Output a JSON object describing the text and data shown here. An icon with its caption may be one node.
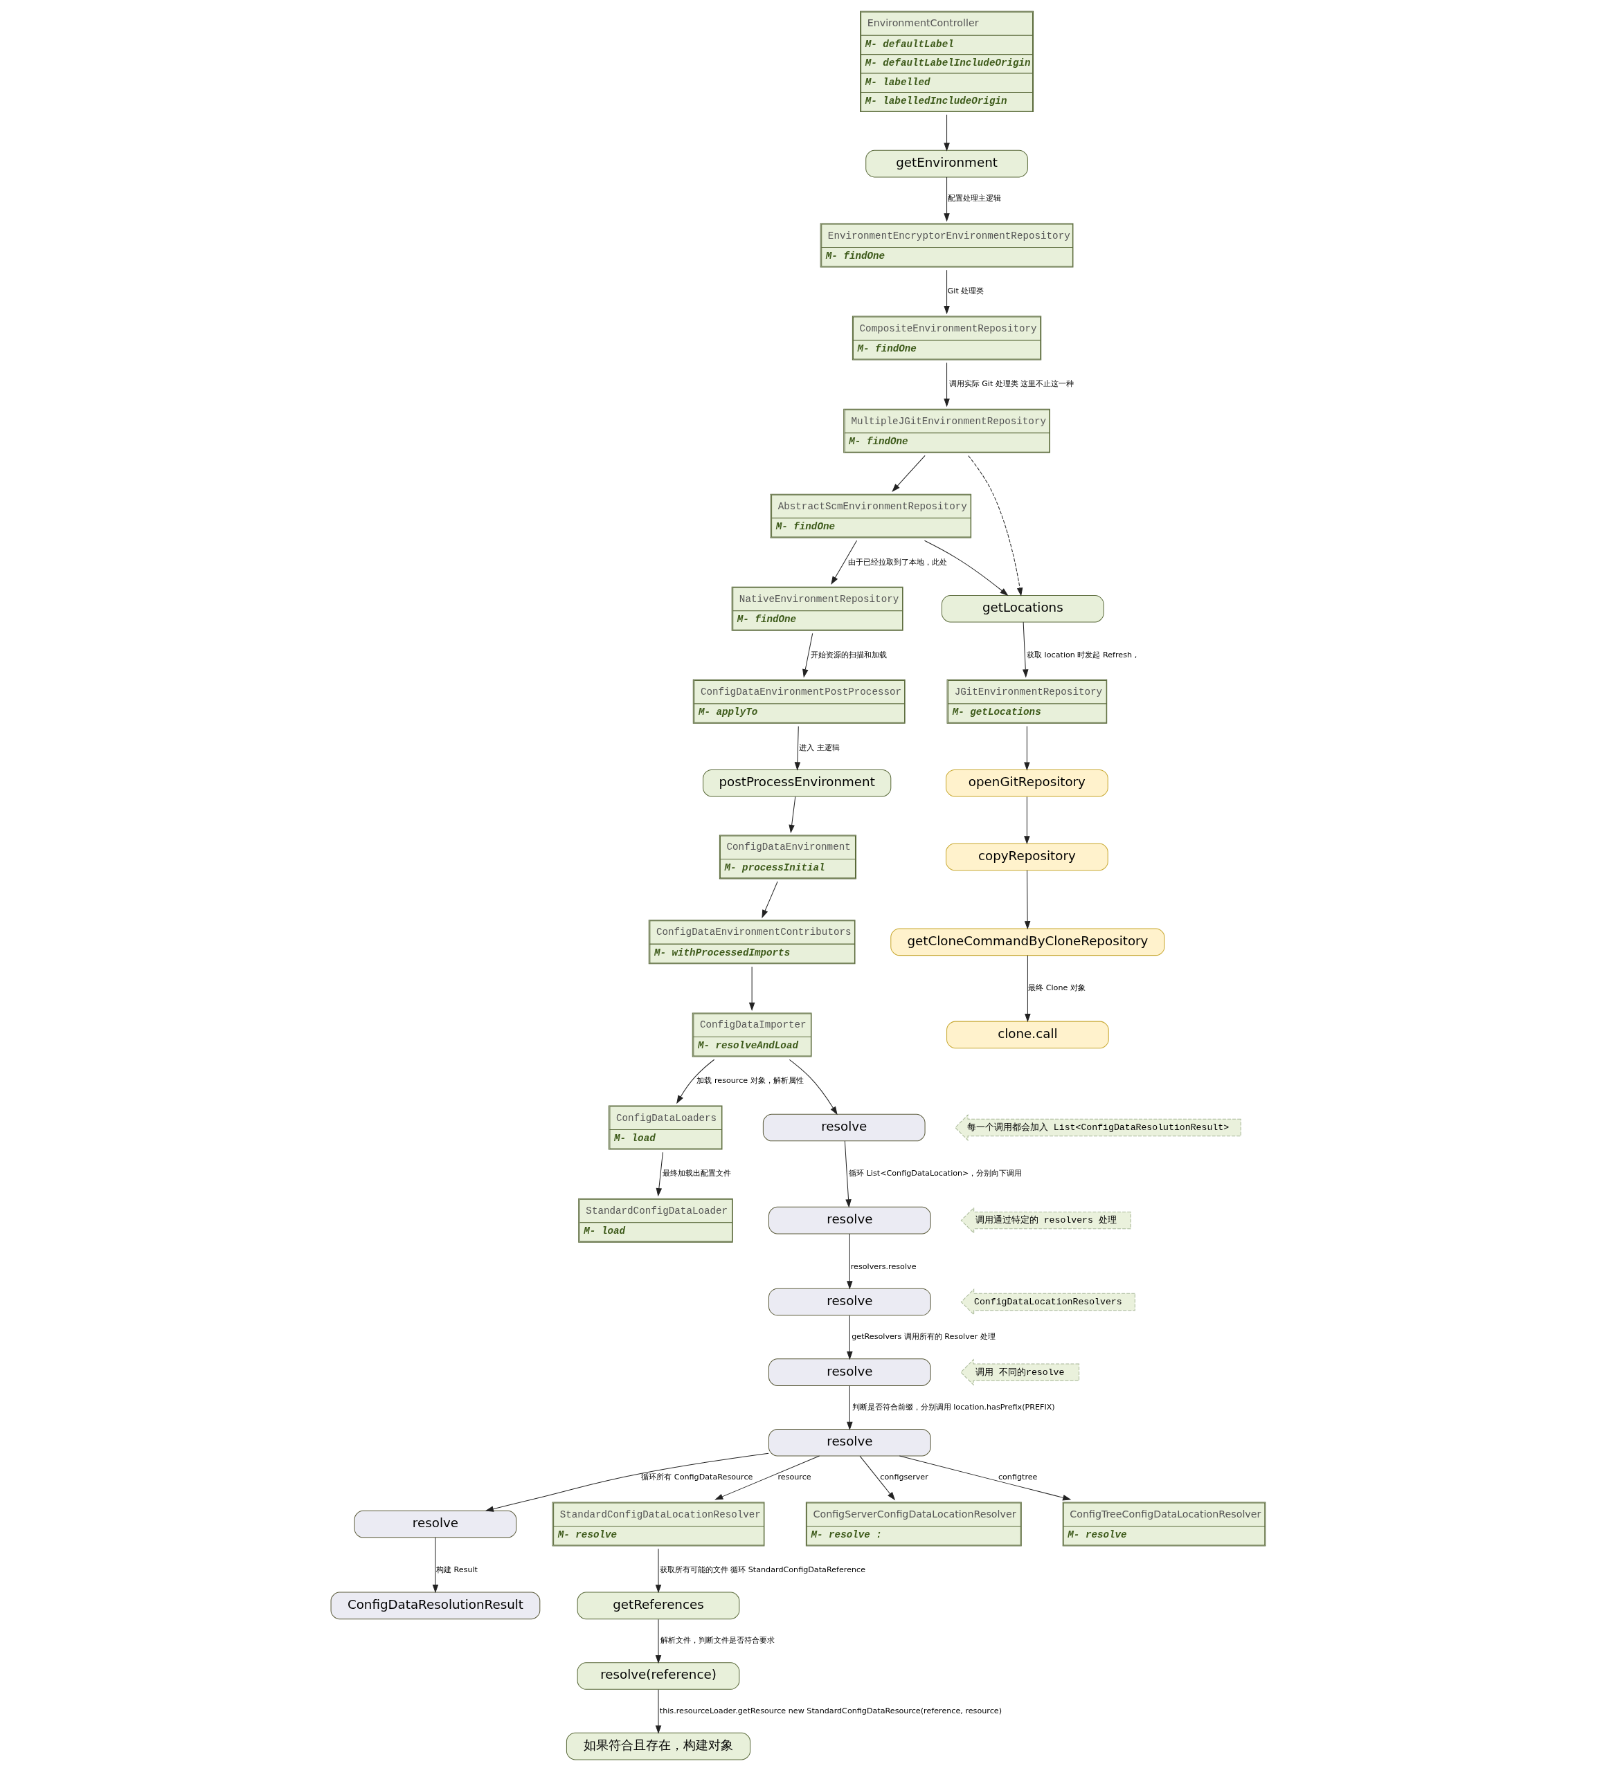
{
  "diagram": {
    "nodes": [
      {
        "text": [
          "EnvironmentController",
          "M- defaultLabel",
          "M- defaultLabelIncludeOrigin",
          "M- labelled",
          "M- labelledIncludeOrigin"
        ]
      },
      {
        "text": [
          "getEnvironment"
        ]
      },
      {
        "text": [
          "EnvironmentEncryptorEnvironmentRepository",
          "M- findOne"
        ]
      },
      {
        "text": [
          "CompositeEnvironmentRepository",
          "M- findOne"
        ]
      },
      {
        "text": [
          "MultipleJGitEnvironmentRepository",
          "M- findOne"
        ]
      },
      {
        "text": [
          "AbstractScmEnvironmentRepository",
          "M- findOne"
        ]
      },
      {
        "text": [
          "NativeEnvironmentRepository",
          "M- findOne"
        ]
      },
      {
        "text": [
          "ConfigDataEnvironmentPostProcessor",
          "M- applyTo"
        ]
      },
      {
        "text": [
          "postProcessEnvironment"
        ]
      },
      {
        "text": [
          "ConfigDataEnvironment",
          "M- processInitial"
        ]
      },
      {
        "text": [
          "ConfigDataEnvironmentContributors",
          "M- withProcessedImports"
        ]
      },
      {
        "text": [
          "clone.call"
        ]
      },
      {
        "text": [
          "getCloneCommandByCloneRepository"
        ]
      },
      {
        "text": [
          "copyRepository"
        ]
      },
      {
        "text": [
          "openGitRepository"
        ]
      },
      {
        "text": [
          "JGitEnvironmentRepository",
          "M- getLocations"
        ]
      },
      {
        "text": [
          "getLocations"
        ]
      },
      {
        "text": [
          "StandardConfigDataLoader",
          "M- load"
        ]
      },
      {
        "text": [
          "ConfigDataLoaders",
          "M- load"
        ]
      },
      {
        "text": [
          "ConfigDataImporter",
          "M- resolveAndLoad"
        ]
      },
      {
        "text": [
          "ConfigDataResolutionResult"
        ]
      },
      {
        "text": [
          "resolve"
        ]
      },
      {
        "text": [
          "resolve"
        ]
      },
      {
        "text": [
          "resolve"
        ]
      },
      {
        "text": [
          "resolve"
        ]
      },
      {
        "text": [
          "resolve"
        ]
      },
      {
        "text": [
          "resolve"
        ]
      },
      {
        "text": [
          "如果符合且存在，构建对象"
        ]
      },
      {
        "text": [
          "resolve(reference)"
        ]
      },
      {
        "text": [
          "getReferences"
        ]
      },
      {
        "text": [
          "StandardConfigDataLocationResolver",
          "M- resolve"
        ]
      },
      {
        "text": [
          "ConfigServerConfigDataLocationResolver",
          "M- resolve :"
        ]
      },
      {
        "text": [
          "ConfigTreeConfigDataLocationResolver",
          "M- resolve"
        ]
      },
      {
        "text": [
          "调用 不同的resolve"
        ]
      },
      {
        "text": [
          "ConfigDataLocationResolvers"
        ]
      },
      {
        "text": [
          "调用通过特定的 resolvers 处理"
        ]
      },
      {
        "text": [
          "每一个调用都会加入 List<ConfigDataResolutionResult>"
        ]
      }
    ],
    "edges": [
      {
        "from": 0,
        "to": 1,
        "arrow": "to"
      },
      {
        "from": 1,
        "to": 2,
        "arrow": "to",
        "label": "配置处理主逻辑"
      },
      {
        "from": 2,
        "to": 3,
        "arrow": "to",
        "label": "Git 处理类"
      },
      {
        "from": 3,
        "to": 4,
        "arrow": "to",
        "label": "调用实际 Git 处理类 这里不止这一种"
      },
      {
        "from": 4,
        "to": 5,
        "arrow": "to"
      },
      {
        "from": 4,
        "to": 16,
        "arrow": "to",
        "style": "dashed"
      },
      {
        "from": 5,
        "to": 16,
        "arrow": "to"
      },
      {
        "from": 16,
        "to": 15,
        "arrow": "to",
        "label": "获取 location 时发起 Refresh ,"
      },
      {
        "from": 15,
        "to": 14,
        "arrow": "to"
      },
      {
        "from": 14,
        "to": 13,
        "arrow": "to"
      },
      {
        "from": 13,
        "to": 12,
        "arrow": "to"
      },
      {
        "from": 12,
        "to": 11,
        "arrow": "to",
        "label": "最终 Clone 对象"
      },
      {
        "from": 5,
        "to": 6,
        "arrow": "to",
        "label": "由于已经拉取到了本地，此处"
      },
      {
        "from": 6,
        "to": 7,
        "arrow": "to",
        "label": "开始资源的扫描和加载"
      },
      {
        "from": 7,
        "to": 8,
        "arrow": "to",
        "label": "进入 主逻辑"
      },
      {
        "from": 8,
        "to": 9,
        "arrow": "to"
      },
      {
        "from": 9,
        "to": 10,
        "arrow": "to"
      },
      {
        "from": 10,
        "to": 19,
        "arrow": "to"
      },
      {
        "from": 19,
        "to": 18,
        "arrow": "to",
        "label": "加载 resource 对象，解析属性"
      },
      {
        "from": 18,
        "to": 17,
        "arrow": "to",
        "label": "最终加载出配置文件"
      },
      {
        "from": 19,
        "to": 26,
        "arrow": "to"
      },
      {
        "from": 26,
        "to": 25,
        "arrow": "to",
        "label": "循环 List<ConfigDataLocation>，分别向下调用"
      },
      {
        "from": 25,
        "to": 24,
        "arrow": "to",
        "label": "resolvers.resolve"
      },
      {
        "from": 24,
        "to": 23,
        "arrow": "to",
        "label": "getResolvers 调用所有的 Resolver 处理"
      },
      {
        "from": 23,
        "to": 22,
        "arrow": "to",
        "label": "判断是否符合前缀，分别调用 location.hasPrefix(PREFIX)"
      },
      {
        "from": 22,
        "to": 21,
        "arrow": "to",
        "label": "循环所有 ConfigDataResource"
      },
      {
        "from": 21,
        "to": 20,
        "arrow": "to",
        "label": "构建 Result"
      },
      {
        "from": 22,
        "to": 30,
        "arrow": "to",
        "label": "resource"
      },
      {
        "from": 22,
        "to": 31,
        "arrow": "to",
        "label": "configserver"
      },
      {
        "from": 22,
        "to": 32,
        "arrow": "to",
        "label": "configtree"
      },
      {
        "from": 30,
        "to": 29,
        "arrow": "to",
        "label": "获取所有可能的文件 循环 StandardConfigDataReference"
      },
      {
        "from": 29,
        "to": 28,
        "arrow": "to",
        "label": "解析文件，判断文件是否符合要求"
      },
      {
        "from": 28,
        "to": 27,
        "arrow": "to",
        "label": "this.resourceLoader.getResource new StandardConfigDataResource(reference, resource)"
      }
    ]
  }
}
